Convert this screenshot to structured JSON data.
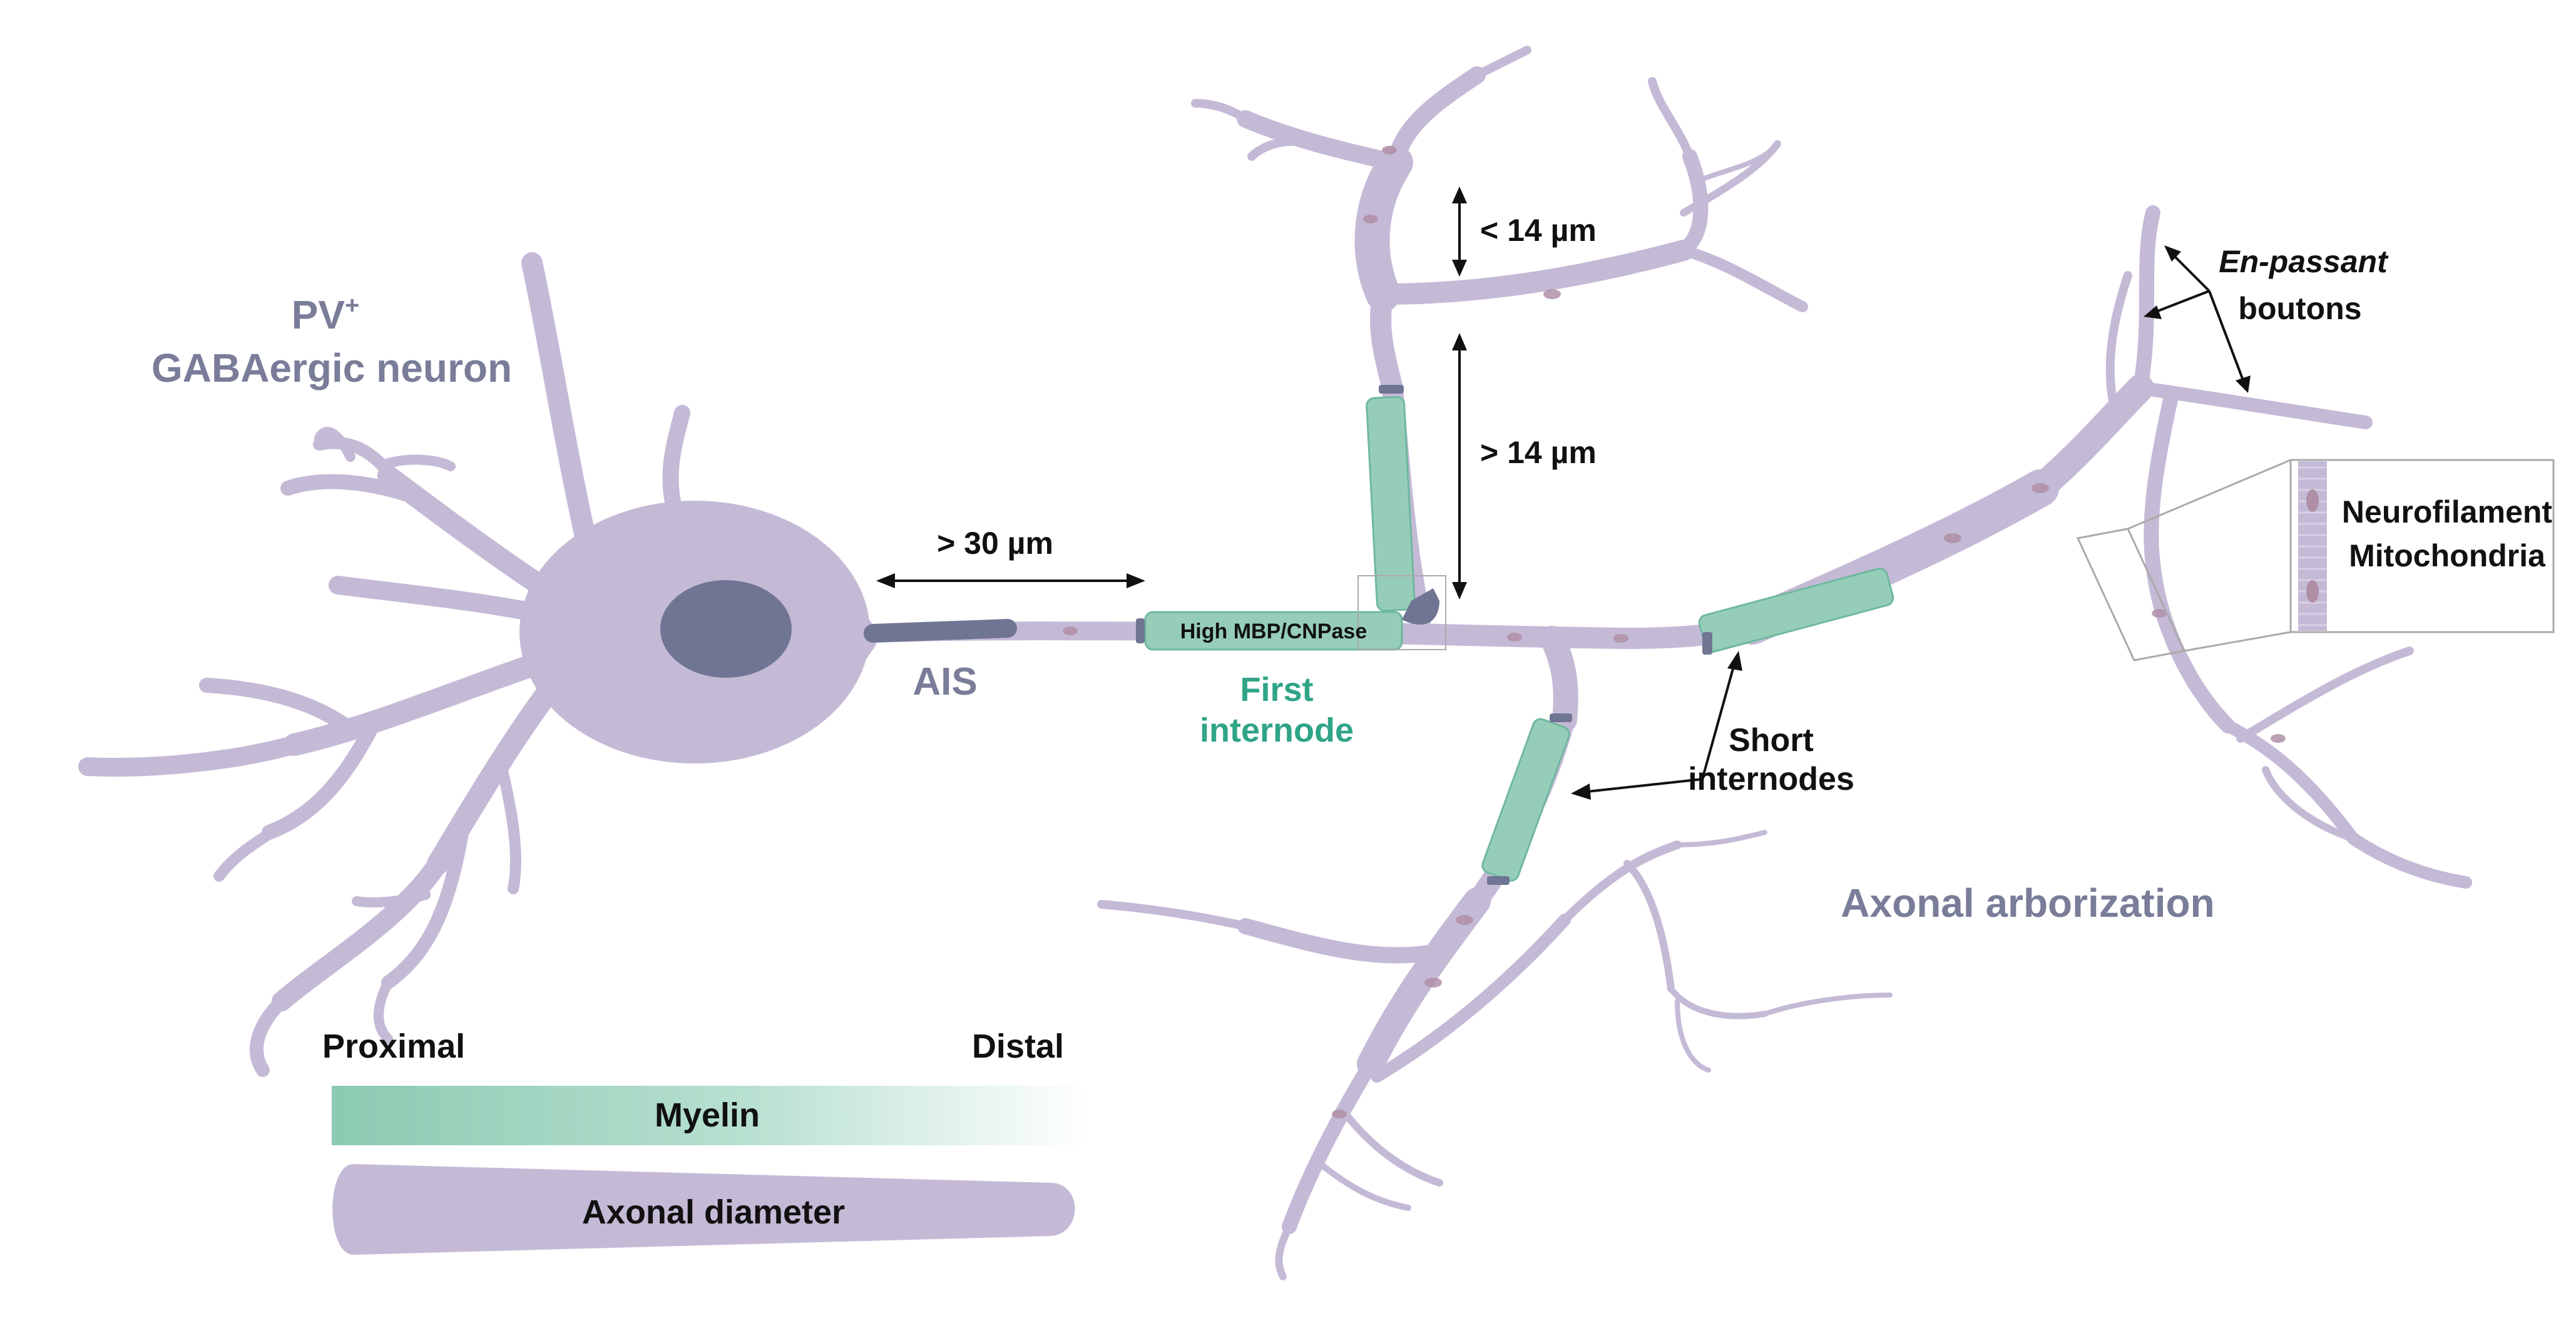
{
  "neuron": {
    "title_line1": "PV",
    "title_sup": "+",
    "title_line2": "GABAergic neuron"
  },
  "labels": {
    "ais": "AIS",
    "first_internode_line1": "First",
    "first_internode_line2": "internode",
    "high_mbp": "High MBP/CNPase",
    "gt30": "> 30 µm",
    "lt14": "< 14 µm",
    "gt14": "> 14 µm",
    "short_internodes_line1": "Short",
    "short_internodes_line2": "internodes",
    "en_passant_italic": "En-passant",
    "boutons": "boutons",
    "neurofilament": "Neurofilament",
    "mitochondria": "Mitochondria",
    "axonal_arborization": "Axonal arborization"
  },
  "legend": {
    "proximal": "Proximal",
    "distal": "Distal",
    "myelin": "Myelin",
    "axonal_diameter": "Axonal diameter"
  },
  "colors": {
    "neuron": "#c4bad6",
    "neuron_text": "#7a7d99",
    "nucleus": "#6f7592",
    "ais": "#6f7592",
    "myelin": "#96cdb9",
    "myelin_stroke": "#6fb8a0",
    "first_internode_text": "#2fa487",
    "mitochondria": "#b08fa6",
    "text": "#111111"
  }
}
